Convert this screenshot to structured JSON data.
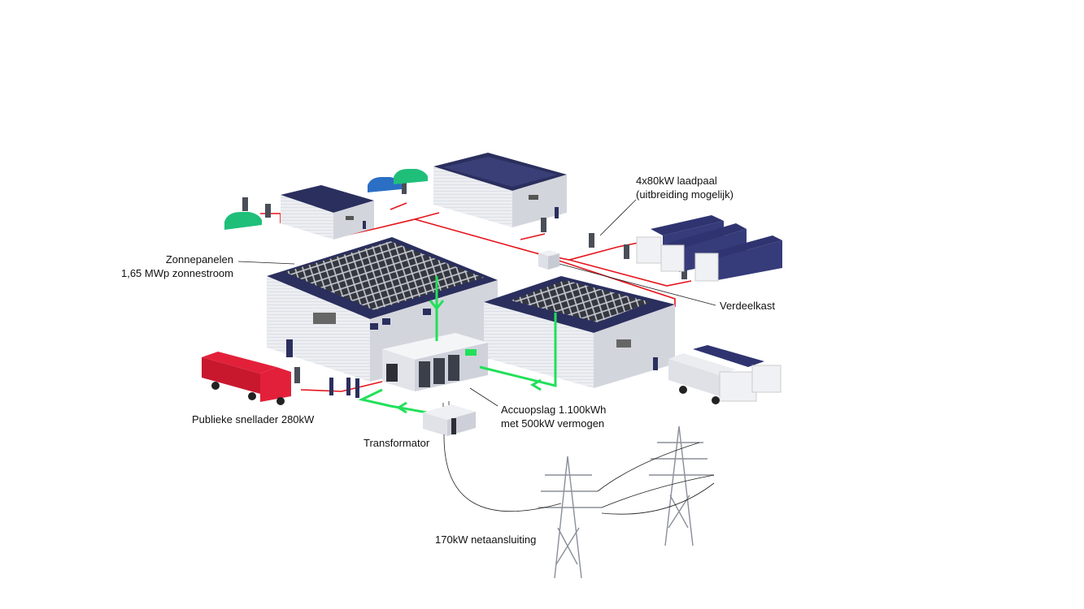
{
  "labels": {
    "solar_title": "Zonnepanelen",
    "solar_value": "1,65 MWp zonnestroom",
    "chargers_title": "4x80kW laadpaal",
    "chargers_note": "(uitbreiding mogelijk)",
    "distribution": "Verdeelkast",
    "fast_charger": "Publieke snellader 280kW",
    "battery_title": "Accuopslag 1.100kWh",
    "battery_power": "met 500kW vermogen",
    "transformer": "Transformator",
    "grid": "170kW netaansluiting"
  },
  "colors": {
    "power_line": "#e4141b",
    "energy_flow": "#22e05a",
    "roof": "#2b2f5e",
    "truck_red": "#e3203a",
    "car_green": "#1fbf7a",
    "car_blue": "#2a6fc4"
  }
}
